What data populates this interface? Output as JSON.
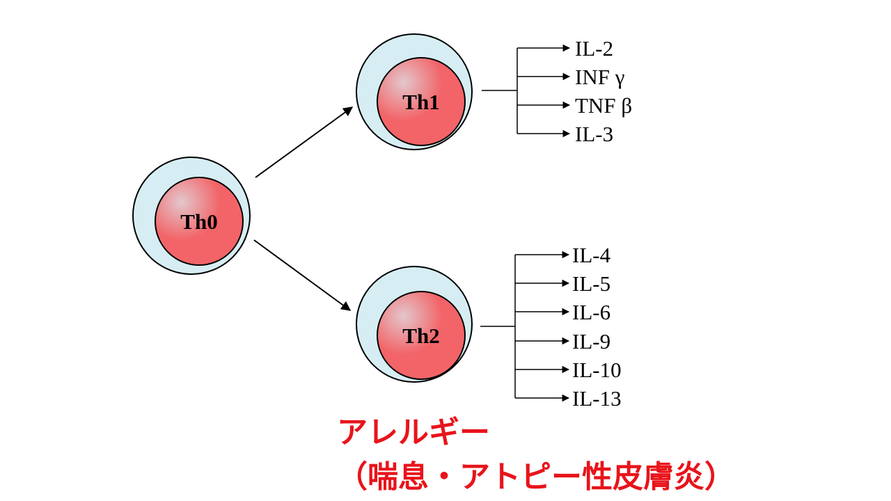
{
  "colors": {
    "outer_cell": "#d6eef3",
    "nucleus_light": "#e3c7cc",
    "nucleus": "#f26468",
    "stroke": "#000000",
    "caption": "#e8141b"
  },
  "cells": {
    "th0": "Th0",
    "th1": "Th1",
    "th2": "Th2"
  },
  "th1_cytokines": [
    "IL-2",
    "INF γ",
    "TNF β",
    "IL-3"
  ],
  "th2_cytokines": [
    "IL-4",
    "IL-5",
    "IL-6",
    "IL-9",
    "IL-10",
    "IL-13"
  ],
  "caption": {
    "line1": "アレルギー",
    "line2": "（喘息・アトピー性皮膚炎）"
  }
}
